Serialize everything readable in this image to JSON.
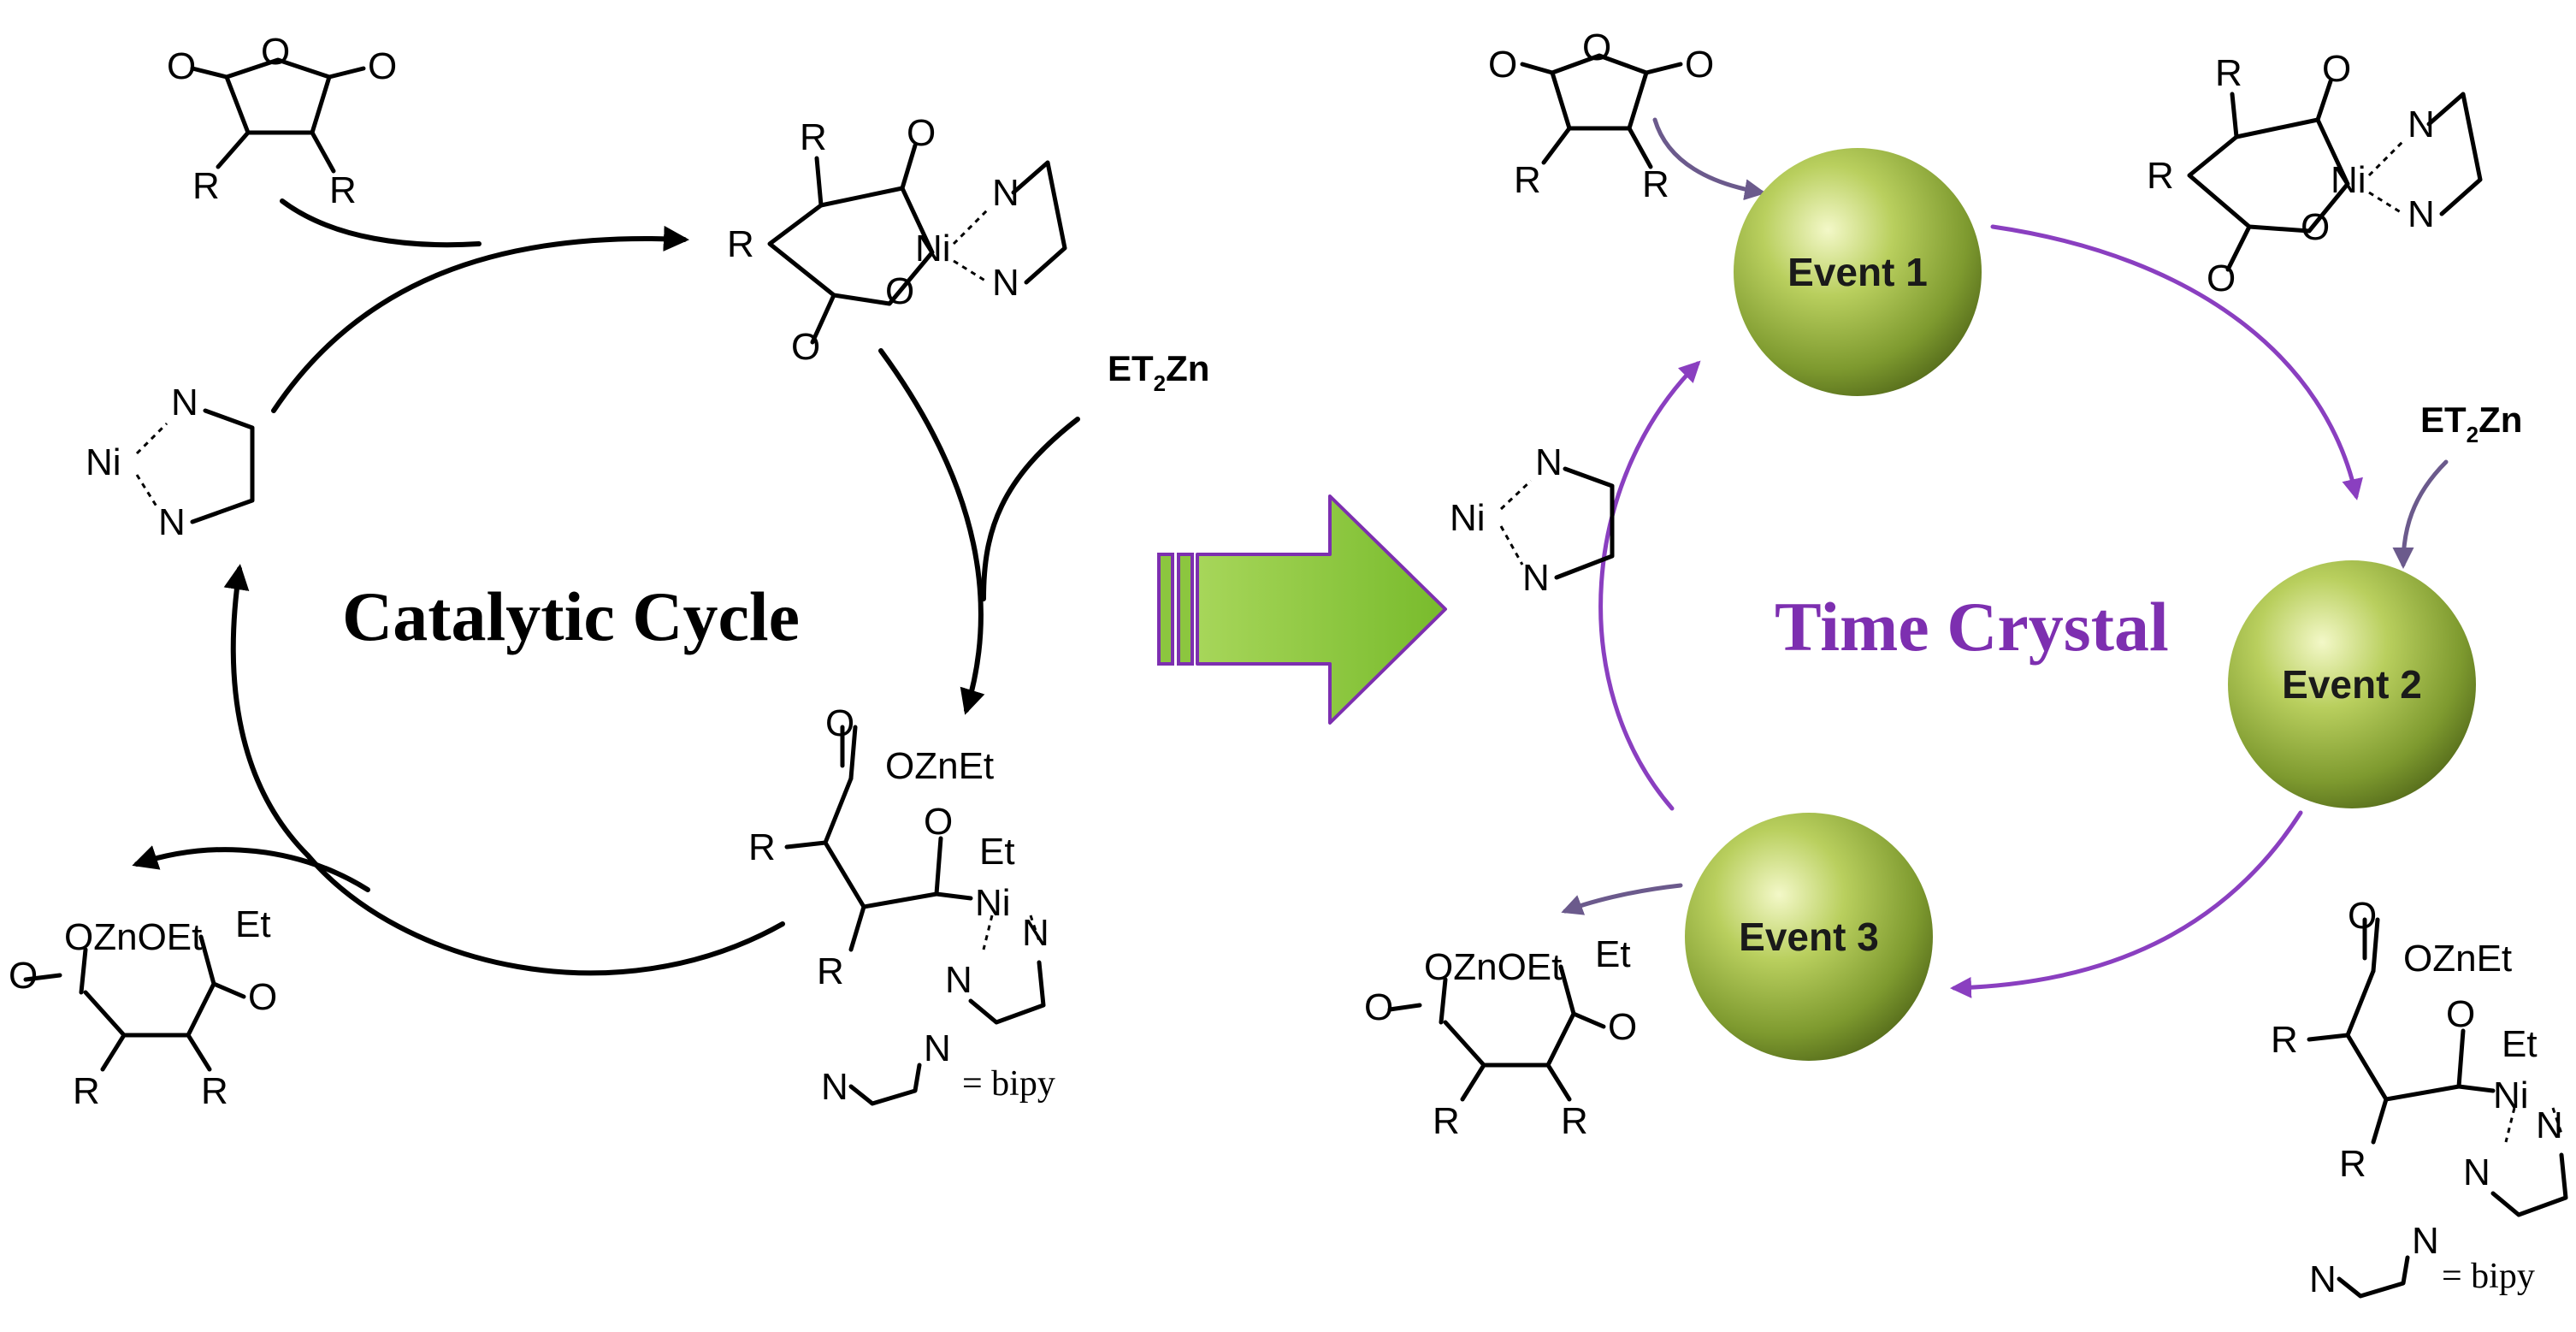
{
  "left_panel": {
    "title": "Catalytic Cycle",
    "reagent": "ET",
    "reagent_sub": "2",
    "reagent_tail": "Zn",
    "bipy_note": "= bipy"
  },
  "right_panel": {
    "title": "Time Crystal",
    "events": [
      "Event 1",
      "Event 2",
      "Event 3"
    ],
    "reagent": "ET",
    "reagent_sub": "2",
    "reagent_tail": "Zn",
    "bipy_note": "= bipy"
  },
  "atoms": {
    "O": "O",
    "R": "R",
    "N": "N",
    "Ni": "Ni",
    "Et": "Et",
    "OZnEt": "OZnEt",
    "OZnOEt": "OZnOEt"
  },
  "colors": {
    "cycle_left": "#000000",
    "cycle_right": "#8a3fc0",
    "transition_arrow": "#8cc63f",
    "transition_outline": "#7d2fb0",
    "sphere": "#9db84a",
    "title_right": "#7d2fb0"
  }
}
